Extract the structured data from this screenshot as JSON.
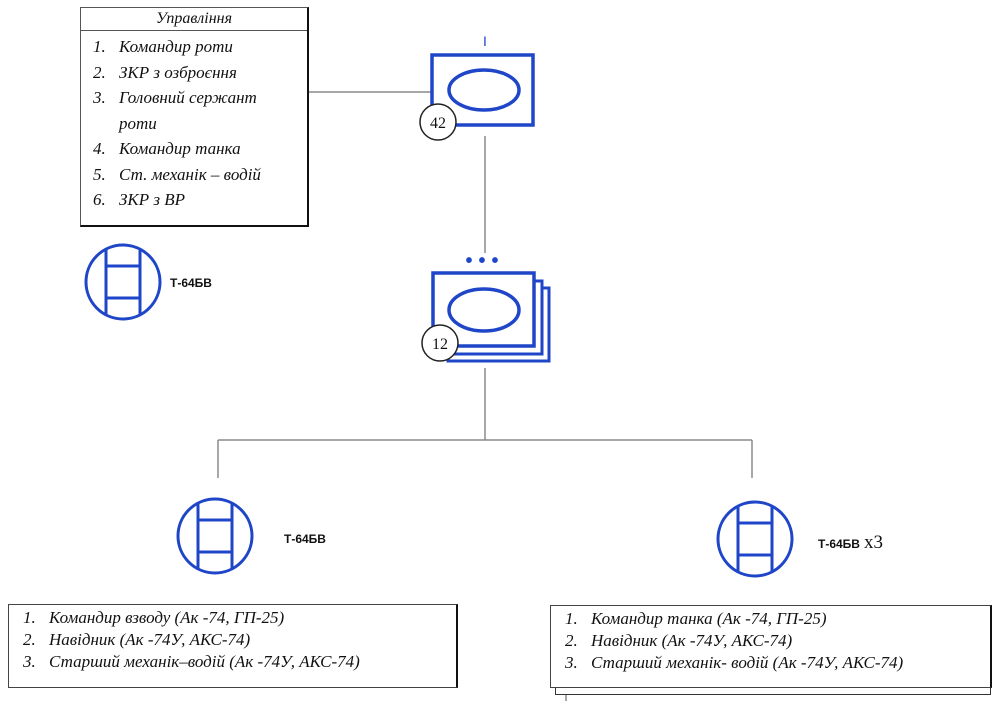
{
  "management": {
    "title": "Управління",
    "items": [
      {
        "num": "1.",
        "text": "Командир роти"
      },
      {
        "num": "2.",
        "text": "ЗКР з озброєння"
      },
      {
        "num": "3.",
        "text": "Головний сержант",
        "cont": "роти"
      },
      {
        "num": "4.",
        "text": "Командир танка"
      },
      {
        "num": "5.",
        "text": "Ст. механік – водій"
      },
      {
        "num": "6.",
        "text": "ЗКР з ВР"
      }
    ]
  },
  "company_hq": {
    "count": "42",
    "echelon": "I"
  },
  "platoons": {
    "count": "12",
    "echelon": "•••"
  },
  "tanks": {
    "hq_tank": {
      "label": "Т-64БВ"
    },
    "platoon_leader_tank": {
      "label": "Т-64БВ"
    },
    "platoon_tanks": {
      "label": "Т-64БВ",
      "multiplier": "х3"
    }
  },
  "crews": {
    "platoon_leader": [
      {
        "num": "1.",
        "text": "Командир взводу (Ак -74, ГП-25)"
      },
      {
        "num": "2.",
        "text": "Навідник (Ак -74У, АКС-74)"
      },
      {
        "num": "3.",
        "text": "Старший механік–водій (Ак -74У, АКС-74)"
      }
    ],
    "tank": [
      {
        "num": "1.",
        "text": "Командир танка (Ак -74, ГП-25)"
      },
      {
        "num": "2.",
        "text": "Навідник (Ак -74У, АКС-74)"
      },
      {
        "num": "3.",
        "text": "Старший механік- водій (Ак -74У, АКС-74)"
      }
    ]
  },
  "colors": {
    "symbol": "#1f45c8",
    "line": "#8a8a8a"
  }
}
